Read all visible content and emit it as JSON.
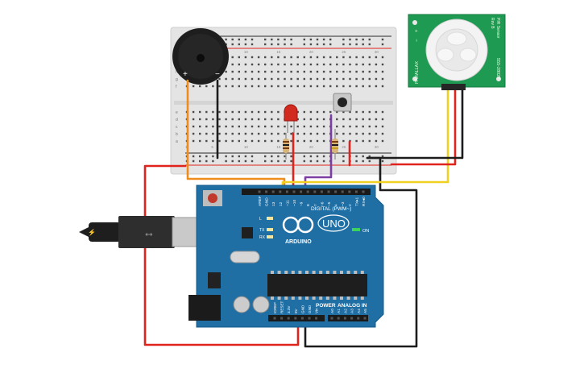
{
  "breadboard": {
    "row_letters_top": [
      "j",
      "i",
      "h",
      "g",
      "f"
    ],
    "row_letters_bottom": [
      "e",
      "d",
      "c",
      "b",
      "a"
    ],
    "column_numbers": [
      "1",
      "5",
      "10",
      "15",
      "20",
      "25",
      "30"
    ]
  },
  "buzzer": {
    "plus_label": "+",
    "minus_label": "−"
  },
  "pir_sensor": {
    "brand": "PARALLAX",
    "side_text": "PIR Sensor",
    "rev_text": "Rev B",
    "part_number": "555-28027",
    "pin_labels": [
      "+",
      "−"
    ]
  },
  "arduino": {
    "logo_text": "UNO",
    "brand_text": "ARDUINO",
    "digital_label": "DIGITAL (PWM~)",
    "analog_label": "ANALOG IN",
    "power_label": "POWER",
    "on_label": "ON",
    "led_labels": [
      "L",
      "TX",
      "RX"
    ],
    "top_pin_labels": [
      "AREF",
      "GND",
      "13",
      "12",
      "~11",
      "~10",
      "~9",
      "8",
      "7",
      "~6",
      "~5",
      "4",
      "~3",
      "2",
      "TX▸1",
      "RX◂0"
    ],
    "power_pin_labels": [
      "IOREF",
      "RESET",
      "3.3V",
      "5V",
      "GND",
      "GND",
      "Vin"
    ],
    "analog_pin_labels": [
      "A0",
      "A1",
      "A2",
      "A3",
      "A4",
      "A5"
    ]
  },
  "colors": {
    "wire_red": "#e0231c",
    "wire_black": "#1c1c1c",
    "wire_orange": "#f08c1c",
    "wire_purple": "#7a3fa0",
    "wire_yellow": "#f0d020",
    "board_blue": "#1f6fa5",
    "pir_green": "#1f9a52"
  }
}
